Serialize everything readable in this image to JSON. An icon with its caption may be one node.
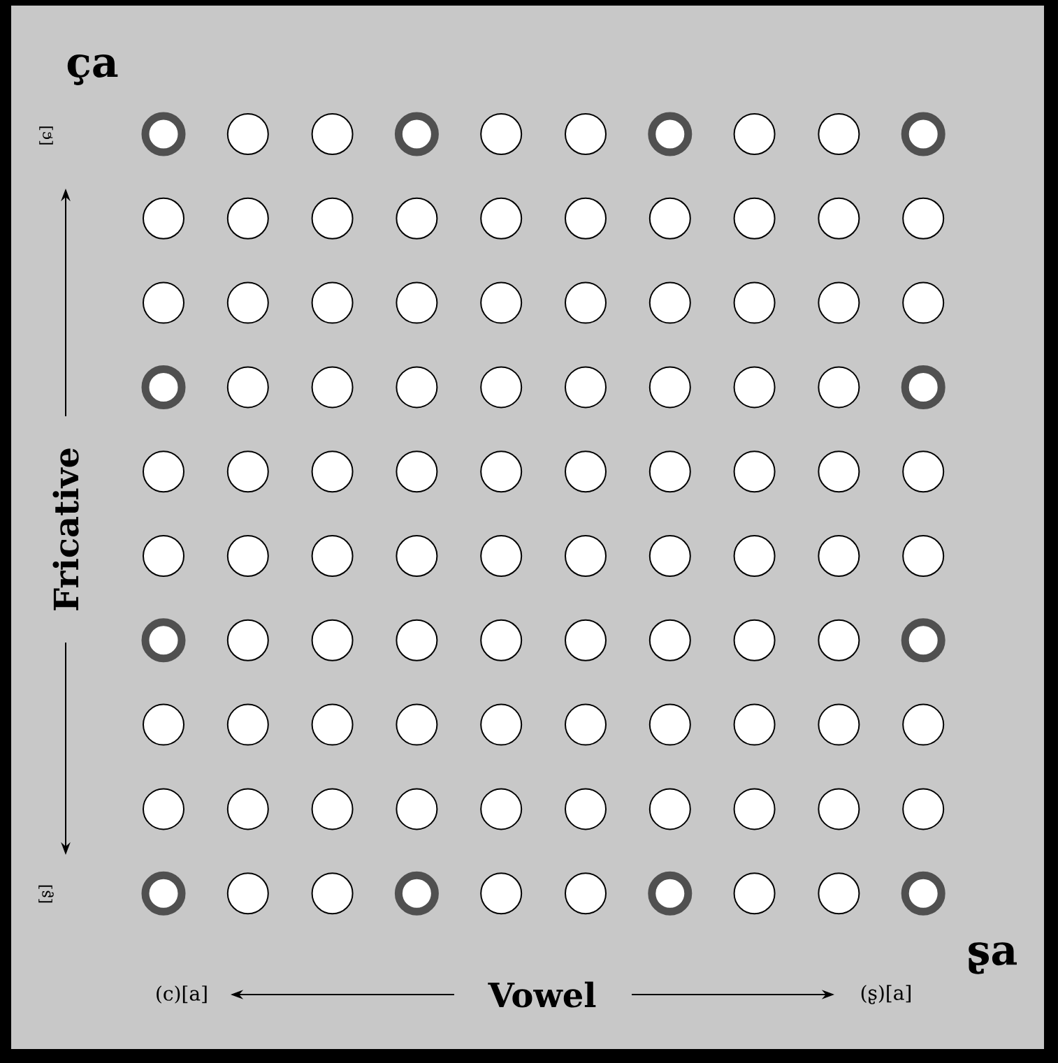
{
  "diagram": {
    "labels": [
      "ça",
      "[ɕ]",
      "Fricative",
      "[ʂ]",
      "(c)[a]",
      "Vowel",
      "(ʂ)[a]",
      "ʂa"
    ]
  }
}
